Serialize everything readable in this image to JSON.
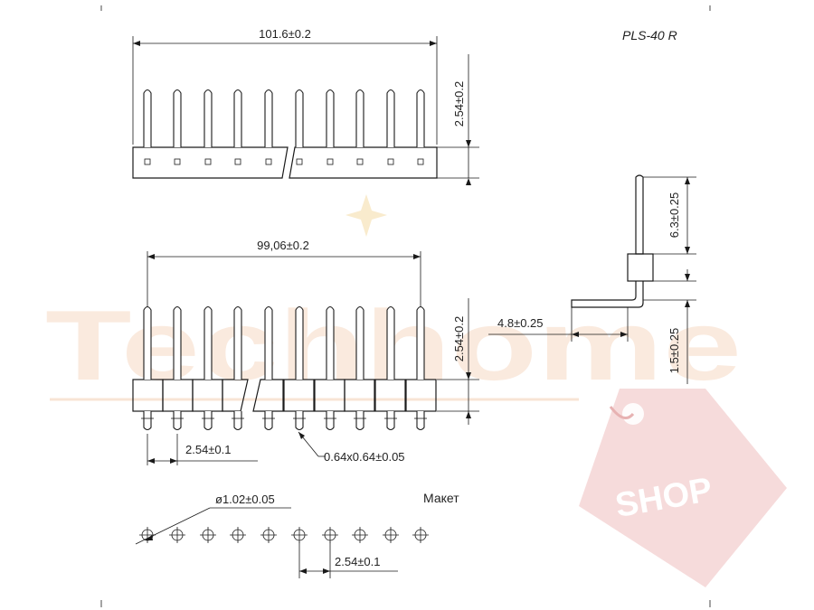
{
  "title": "PLS-40 R",
  "dimensions": {
    "total_length": "101.6±0.2",
    "top_height": "2.54±0.2",
    "pin_span": "99,06±0.2",
    "front_height": "2.54±0.2",
    "pitch": "2.54±0.1",
    "pin_section": "0.64x0.64±0.05",
    "hole_diameter": "ø1.02±0.05",
    "hole_pitch": "2.54±0.1",
    "side_upper": "6.3±0.25",
    "side_lower": "1.5±0.25",
    "side_horizontal": "4.8±0.25"
  },
  "layout_label": "Макет",
  "watermark": {
    "brand": "Techhome",
    "tag": "SHOP",
    "brand_color": "#f4c9a8",
    "tag_color": "#f1c7c7"
  },
  "colors": {
    "line": "#1a1a1a",
    "text": "#222222"
  }
}
